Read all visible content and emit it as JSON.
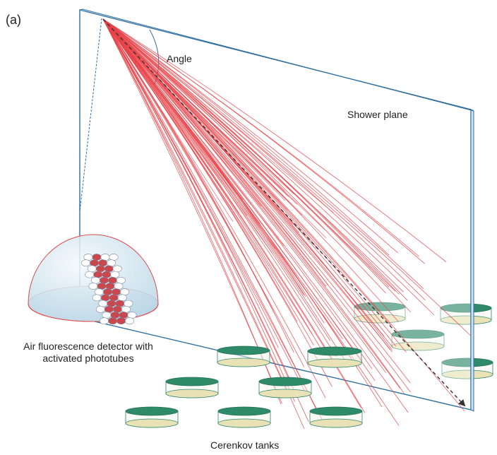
{
  "figure": {
    "panel_label": "(a)",
    "angle_label": "Angle",
    "plane_label": "Shower plane",
    "detector_label": "Air fluorescence detector with activated phototubes",
    "tanks_label": "Cerenkov tanks"
  },
  "colors": {
    "plane_edge": "#2f6f9f",
    "shower_tracks": "#e8444a",
    "tank_rim": "#2f8a6a",
    "tank_body": "#e9e2b6",
    "dome_edge": "#e04a4a",
    "dome_fill": "#dcebf3",
    "active_phototube": "#c9474d",
    "idle_phototube": "#ffffff",
    "shower_axis": "#333333"
  },
  "icons": {
    "angle_arc": "angle-arc",
    "shower_axis": "dashed-arrow",
    "tank": "cylinder-tank",
    "detector": "hemisphere-dome"
  }
}
